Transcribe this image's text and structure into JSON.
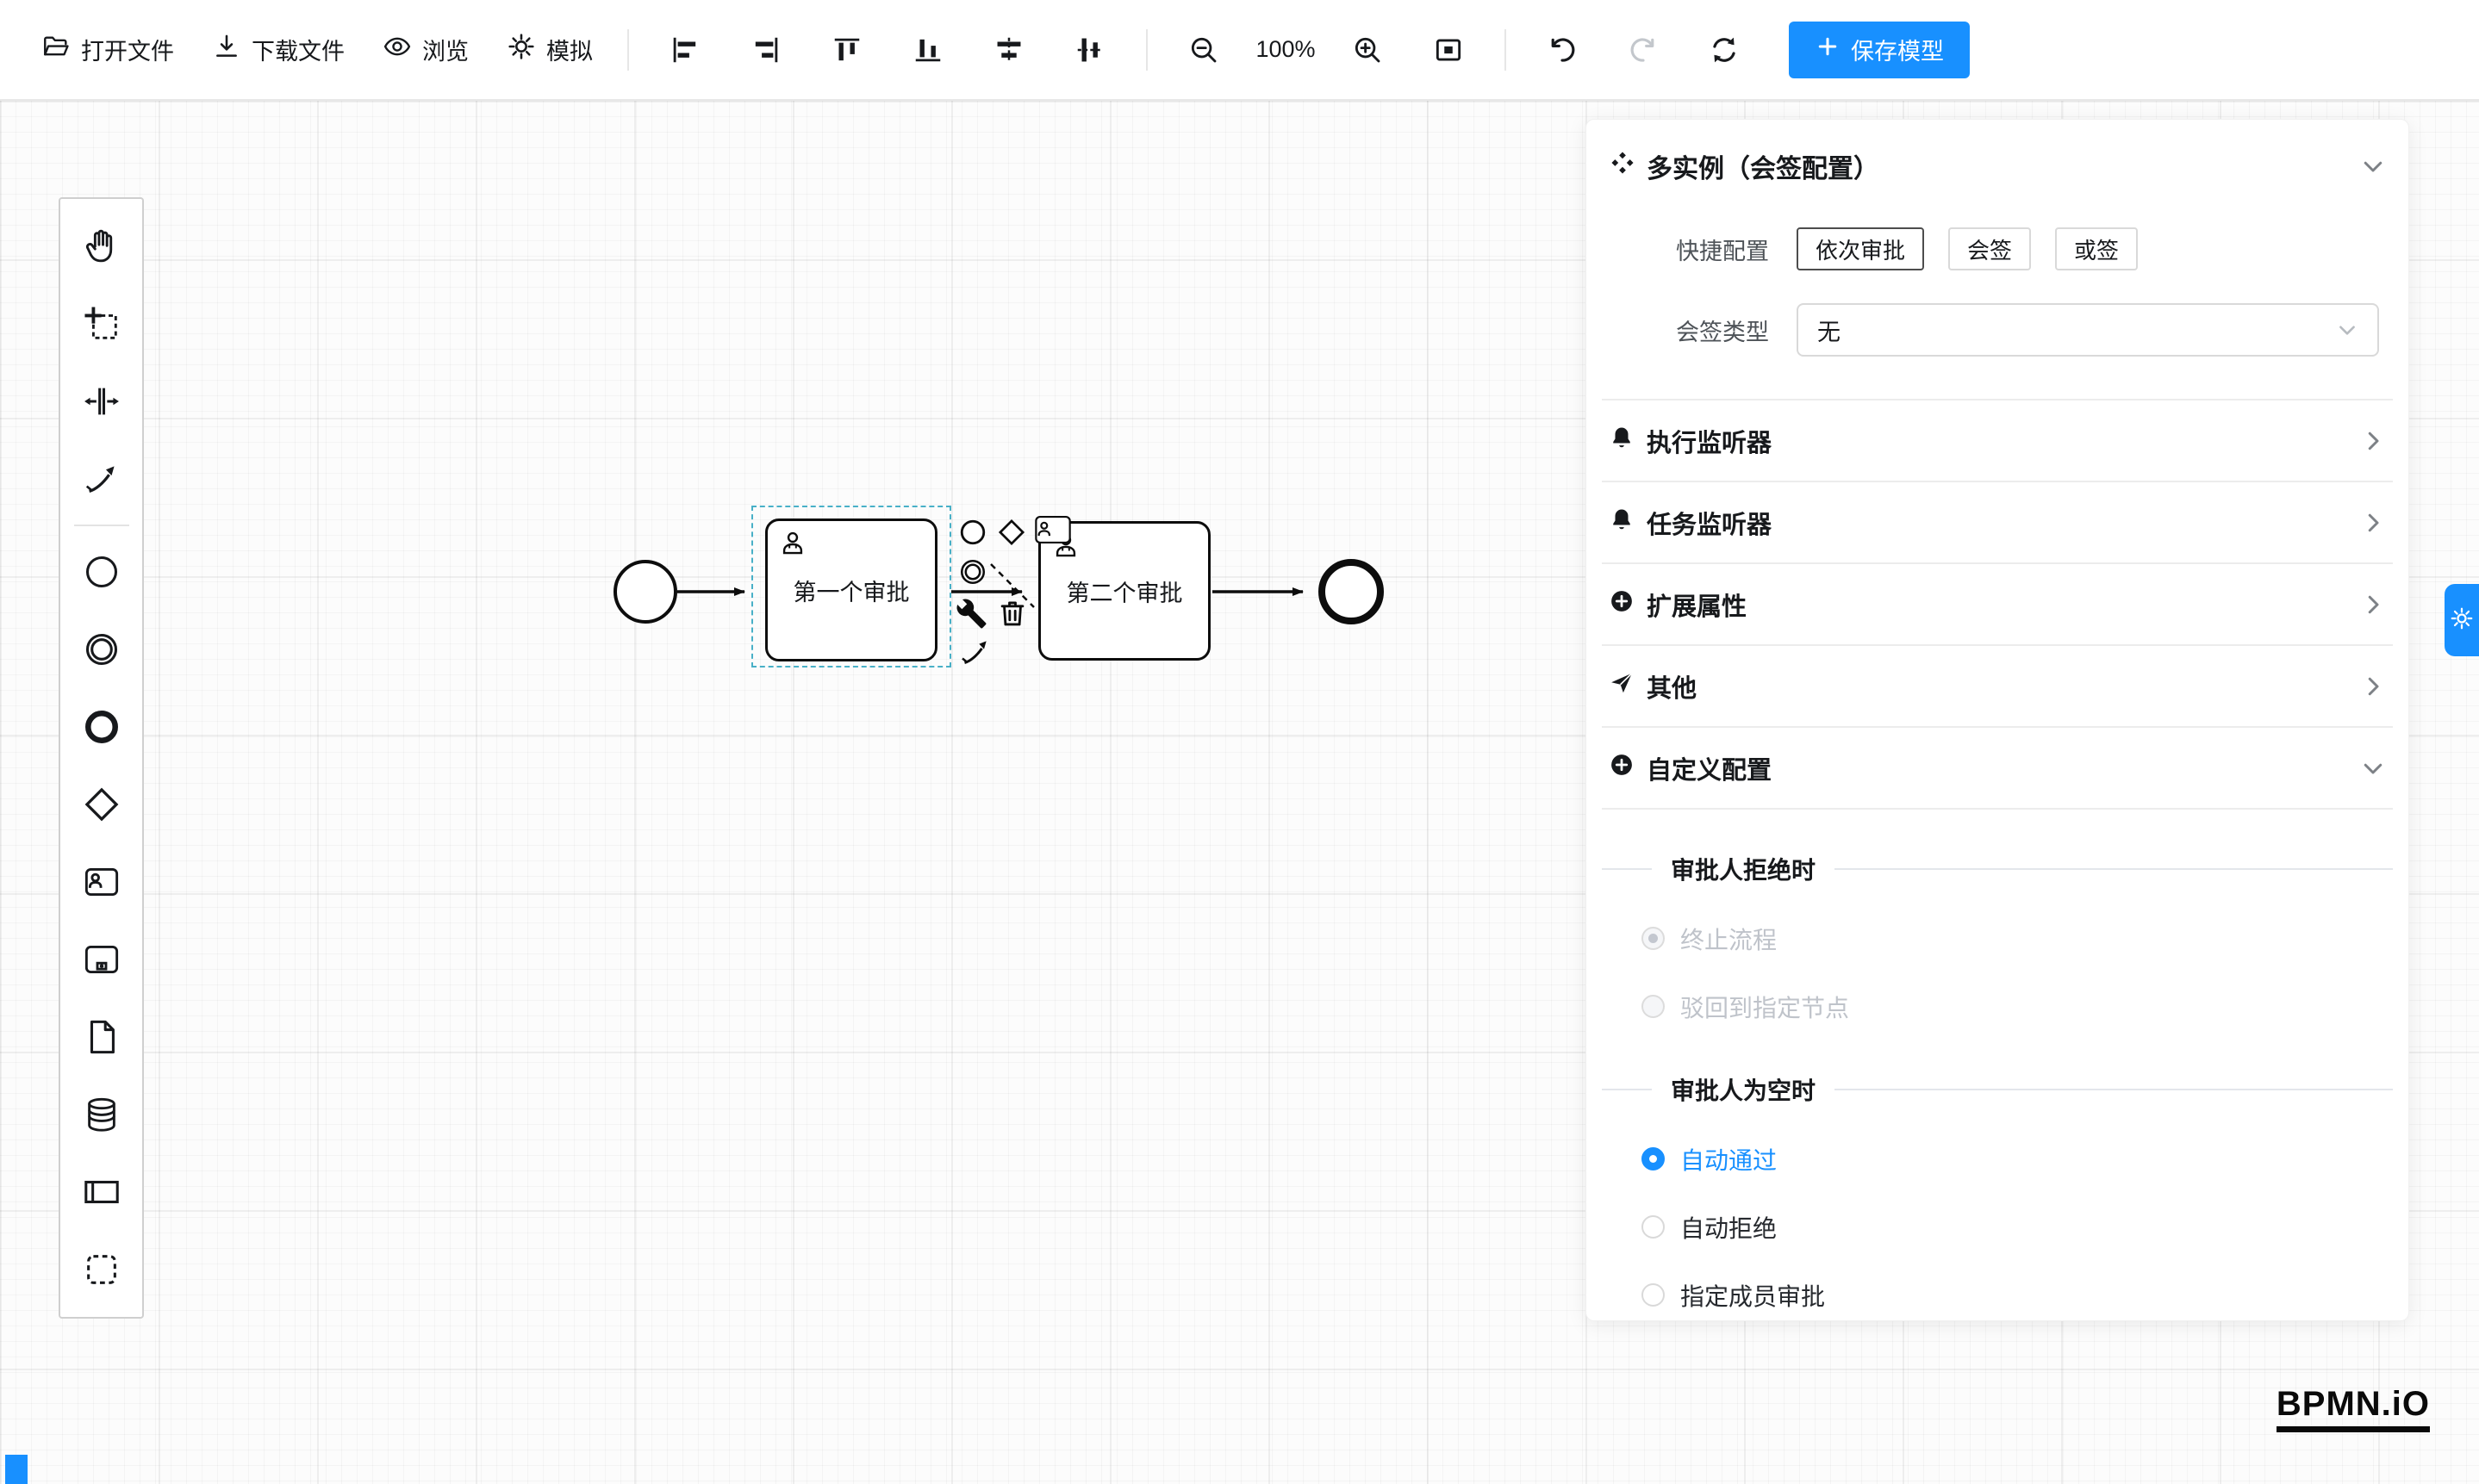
{
  "toolbar": {
    "open": "打开文件",
    "download": "下载文件",
    "preview": "浏览",
    "simulate": "模拟",
    "zoom_level": "100%",
    "save": "保存模型"
  },
  "palette": {
    "tools": [
      "hand-tool",
      "lasso-tool",
      "space-tool",
      "global-connect-tool"
    ],
    "shapes": [
      "start-event",
      "intermediate-event",
      "end-event",
      "gateway",
      "user-task",
      "subprocess",
      "data-object",
      "data-store",
      "participant-pool",
      "group"
    ]
  },
  "diagram": {
    "task1": "第一个审批",
    "task2": "第二个审批"
  },
  "panel": {
    "title": "多实例（会签配置）",
    "quick_label": "快捷配置",
    "quick_options": [
      "依次审批",
      "会签",
      "或签"
    ],
    "quick_selected": "依次审批",
    "type_label": "会签类型",
    "type_value": "无",
    "sections": [
      {
        "label": "执行监听器"
      },
      {
        "label": "任务监听器"
      },
      {
        "label": "扩展属性"
      },
      {
        "label": "其他"
      },
      {
        "label": "自定义配置"
      }
    ],
    "reject_title": "审批人拒绝时",
    "reject_options": [
      {
        "label": "终止流程",
        "checked": true,
        "disabled": true
      },
      {
        "label": "驳回到指定节点",
        "checked": false,
        "disabled": true
      }
    ],
    "empty_title": "审批人为空时",
    "empty_options": [
      {
        "label": "自动通过",
        "checked": true
      },
      {
        "label": "自动拒绝",
        "checked": false
      },
      {
        "label": "指定成员审批",
        "checked": false
      }
    ]
  },
  "watermark": "BPMN.iO",
  "colors": {
    "accent": "#1890ff",
    "selection": "#48b0c7"
  }
}
